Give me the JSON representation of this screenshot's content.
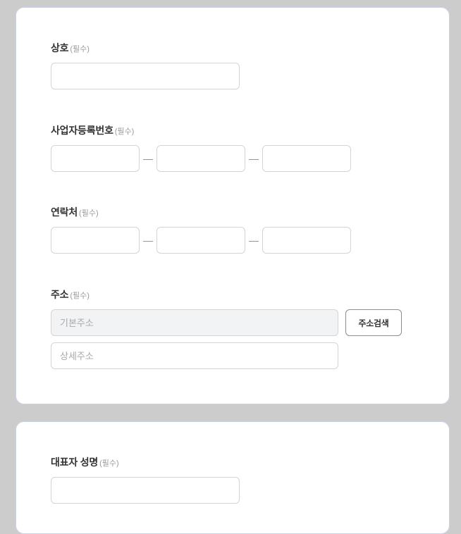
{
  "theme": {
    "page_background": "#cccccc",
    "card_background": "#ffffff",
    "card_border": "#ccd3e8",
    "input_border": "#d4d4d4",
    "input_disabled_background": "#f2f3f5",
    "label_color": "#333333",
    "required_color": "#9a9a9a",
    "placeholder_color": "#a9a9a9",
    "button_border": "#8d8d8d"
  },
  "cards": {
    "business_info": {
      "fields": {
        "company_name": {
          "label": "상호",
          "required_mark": "(필수)",
          "value": "",
          "placeholder": ""
        },
        "business_registration_number": {
          "label": "사업자등록번호",
          "required_mark": "(필수)",
          "separator": "—",
          "segments": [
            {
              "value": "",
              "placeholder": ""
            },
            {
              "value": "",
              "placeholder": ""
            },
            {
              "value": "",
              "placeholder": ""
            }
          ]
        },
        "contact": {
          "label": "연락처",
          "required_mark": "(필수)",
          "separator": "—",
          "segments": [
            {
              "value": "",
              "placeholder": ""
            },
            {
              "value": "",
              "placeholder": ""
            },
            {
              "value": "",
              "placeholder": ""
            }
          ]
        },
        "address": {
          "label": "주소",
          "required_mark": "(필수)",
          "base_address": {
            "value": "",
            "placeholder": "기본주소"
          },
          "detail_address": {
            "value": "",
            "placeholder": "상세주소"
          },
          "search_button_label": "주소검색"
        }
      }
    },
    "representative_info": {
      "fields": {
        "representative_name": {
          "label": "대표자 성명",
          "required_mark": "(필수)",
          "value": "",
          "placeholder": ""
        }
      }
    }
  }
}
